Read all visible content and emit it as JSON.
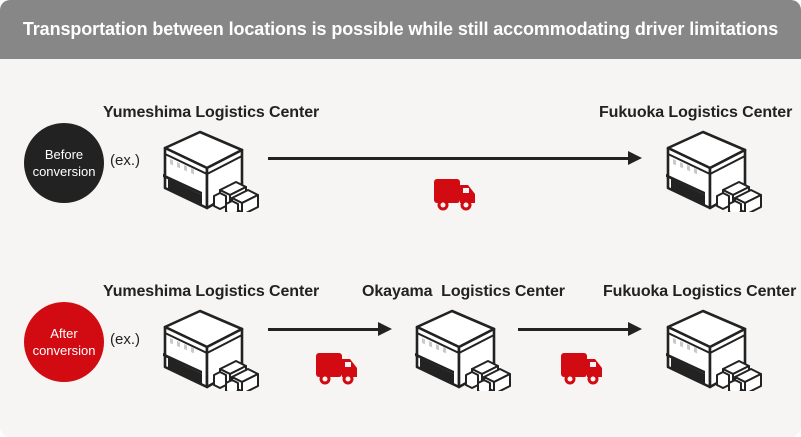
{
  "header": {
    "title": "Transportation between locations is possible while still accommodating driver limitations"
  },
  "colors": {
    "header_bg": "#878787",
    "background": "#f6f5f4",
    "before_badge": "#222222",
    "after_badge": "#d20a11",
    "truck": "#d20a11",
    "text": "#222222"
  },
  "before": {
    "badge_line1": "Before",
    "badge_line2": "conversion",
    "example": "(ex.)",
    "origin": "Yumeshima Logistics Center",
    "destination": "Fukuoka Logistics Center",
    "icons": [
      "warehouse-icon",
      "truck-icon",
      "warehouse-icon"
    ]
  },
  "after": {
    "badge_line1": "After",
    "badge_line2": "conversion",
    "example": "(ex.)",
    "origin": "Yumeshima Logistics Center",
    "relay": "Okayama  Logistics Center",
    "destination": "Fukuoka Logistics Center",
    "icons": [
      "warehouse-icon",
      "truck-icon",
      "warehouse-icon",
      "truck-icon",
      "warehouse-icon"
    ]
  }
}
